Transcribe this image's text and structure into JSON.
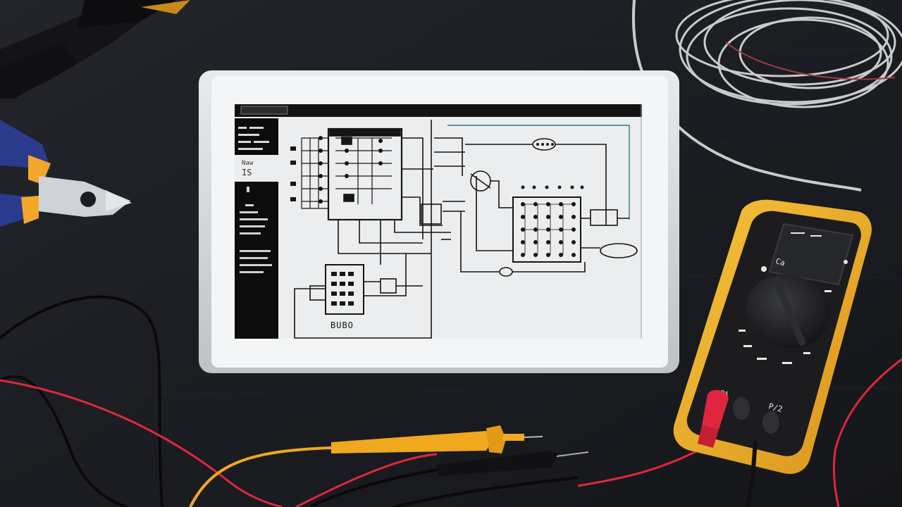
{
  "scene": {
    "description_colors": {
      "table": "#1b1d22",
      "tablet_frame": "#d9dadc",
      "screen": "#ecedee",
      "sidebar": "#0c0c0c",
      "schematic_line": "#151515",
      "accent_line": "#2f7d7a",
      "multimeter_body": "#f2b32a",
      "multimeter_face": "#1c1c1e",
      "probe_red": "#e0263e",
      "probe_yellow": "#f0a81f",
      "wire_gray": "#c9cacb",
      "plier_handle_blue": "#2a3a8c",
      "plier_metal": "#cfd2d6"
    },
    "icons": [
      "pliers-icon",
      "multimeter-icon",
      "wire-coil-icon",
      "tablet-icon",
      "probe-icon"
    ]
  },
  "tablet": {
    "sidebar_label_1": "Naw",
    "sidebar_label_2": "IS",
    "block_label": "BUBO"
  },
  "multimeter": {
    "display_text": "",
    "label_1": "Ca",
    "label_2": "PA",
    "label_3": "P/2"
  }
}
